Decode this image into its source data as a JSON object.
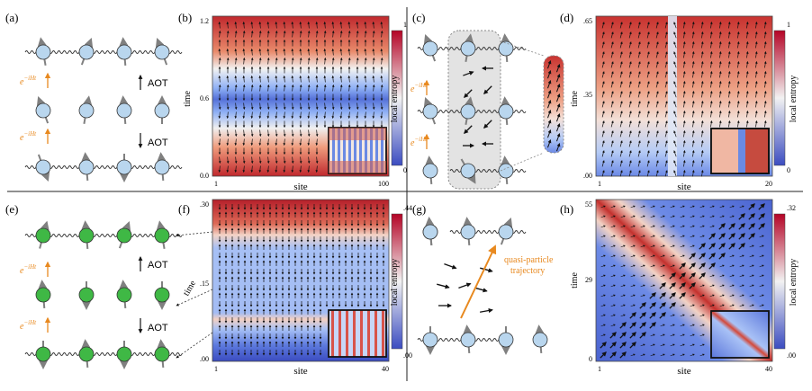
{
  "panels": {
    "a": {
      "label": "(a)",
      "evolve_top": "e^{-iHt}",
      "evolve_bottom": "e^{-iHt}",
      "aot_up": "AOT",
      "aot_down": "AOT"
    },
    "b": {
      "label": "(b)",
      "ylabel": "time",
      "xlabel": "site",
      "yticks": [
        "1.2",
        "0.6",
        "0.0"
      ],
      "xticks": [
        "1",
        "100"
      ],
      "cbar_label": "local entropy",
      "cbar_ticks": [
        "1",
        "0"
      ]
    },
    "c": {
      "label": "(c)",
      "evolve_top": "e^{-iHt}",
      "evolve_bottom": "e^{-iHt}"
    },
    "d": {
      "label": "(d)",
      "ylabel": "time",
      "xlabel": "site",
      "yticks": [
        ".65",
        ".35",
        ".00"
      ],
      "xticks": [
        "1",
        "20"
      ],
      "cbar_label": "local entropy",
      "cbar_ticks": [
        "1",
        "0"
      ]
    },
    "e": {
      "label": "(e)",
      "evolve_top": "e^{-iHt}",
      "evolve_bottom": "e^{-iHt}",
      "aot_up": "AOT",
      "aot_down": "AOT"
    },
    "f": {
      "label": "(f)",
      "ylabel": "time",
      "xlabel": "site",
      "yticks": [
        ".30",
        ".15",
        ".00"
      ],
      "xticks": [
        "1",
        "40"
      ],
      "cbar_label": "local entropy",
      "cbar_ticks": [
        ".44",
        ".00"
      ]
    },
    "g": {
      "label": "(g)",
      "trajectory_label_1": "quasi-particle",
      "trajectory_label_2": "trajectory"
    },
    "h": {
      "label": "(h)",
      "ylabel": "time",
      "xlabel": "site",
      "yticks": [
        "55",
        "29",
        "0"
      ],
      "xticks": [
        "1",
        "40"
      ],
      "cbar_label": "local entropy",
      "cbar_ticks": [
        ".32",
        ".00"
      ]
    }
  },
  "colors": {
    "qubit_blue": "#b9d6ee",
    "qubit_green": "#3fb845",
    "arrow_grey": "#808080",
    "orange": "#e8891f",
    "cmap_red": "#b40426",
    "cmap_white": "#f2f2f2",
    "cmap_blue": "#3b4cc0"
  }
}
